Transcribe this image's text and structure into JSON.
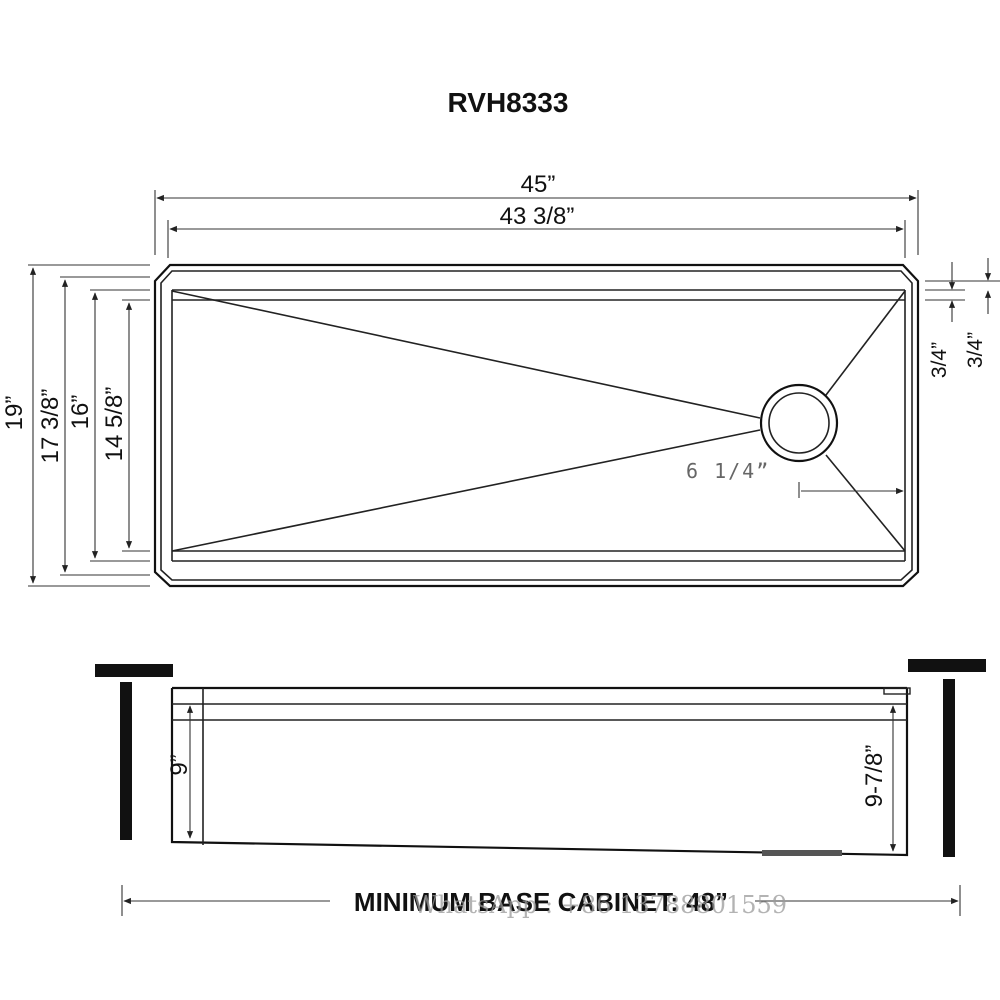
{
  "title": "RVH8333",
  "dimensions": {
    "overall_length": "45”",
    "inner_length": "43 3/8”",
    "overall_width": "19”",
    "width_2": "17 3/8”",
    "width_3": "16”",
    "width_4": "14 5/8”",
    "ledge_a": "3/4”",
    "ledge_b": "3/4”",
    "drain_offset": "6 1/4”",
    "front_depth": "9”",
    "rear_depth": "9-7/8”"
  },
  "cabinet_label": "MINIMUM BASE CABINET: 48”",
  "watermark": "WhatsApp : +86 13788801559",
  "colors": {
    "ink": "#111111",
    "background": "#ffffff",
    "watermark": "#9a9a9a"
  }
}
